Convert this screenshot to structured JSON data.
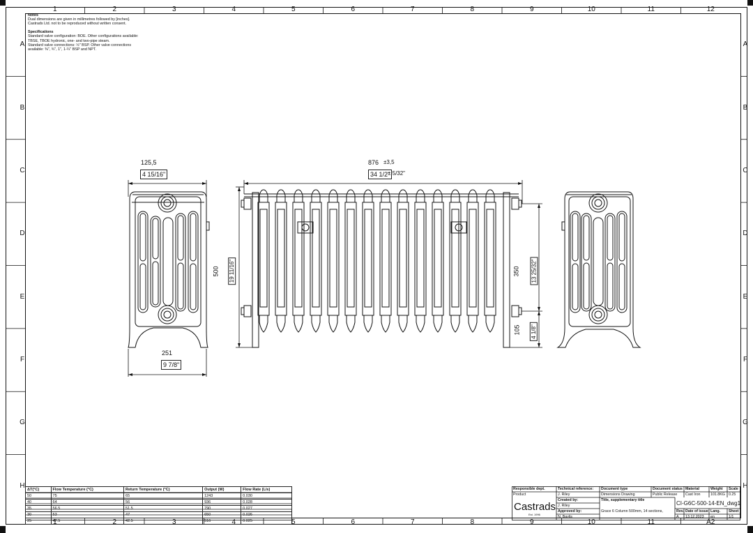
{
  "ruler": {
    "columns": [
      "1",
      "2",
      "3",
      "4",
      "5",
      "6",
      "7",
      "8",
      "9",
      "10",
      "11",
      "12"
    ],
    "bottom_columns": [
      "1",
      "2",
      "3",
      "4",
      "5",
      "6",
      "7",
      "8",
      "9",
      "10",
      "11",
      "A2"
    ],
    "rows": [
      "A",
      "B",
      "C",
      "D",
      "E",
      "F",
      "G",
      "H"
    ]
  },
  "notes": {
    "title": "Notes",
    "line1": "Dual dimensions are given in millimetres followed by [inches].",
    "line2": "Castrads Ltd. not to be reproduced without written consent.",
    "spec_title": "Specifications",
    "spec1": "Standard valve configuration: BOE. Other configurations available:",
    "spec2": "TBSE, TBOE hydronic, one- and two-pipe steam.",
    "spec3": "Standard valve connections: ½\" BSP. Other valve connections",
    "spec4": "available: ⅜\", ¾\", 1\", 1-¼\" BSP and NPT."
  },
  "dimensions": {
    "depth_top": "125,5",
    "depth_top_in": "4 15/16\"",
    "width": "876",
    "width_tol": "±3,5",
    "width_in": "34 1/2\"",
    "width_in_tol": "± 5/32\"",
    "height": "500",
    "height_in": "19 11/16\"",
    "centres": "350",
    "centres_in": "13 25/32\"",
    "foot": "105",
    "foot_in": "4 1/8\"",
    "depth_feet": "251",
    "depth_feet_in": "9 7/8\""
  },
  "flow_table": {
    "headers": [
      "ΔT(°C)",
      "Flow Temperature (°C)",
      "Return Temperature (°C)",
      "Output (W)",
      "Flow Rate (L/s)"
    ],
    "rows": [
      [
        "50",
        "75",
        "65",
        "1243",
        "0.030"
      ],
      [
        "40",
        "64",
        "56",
        "936",
        "0.028"
      ],
      [
        "35",
        "56.5",
        "51.5",
        "790",
        "0.027"
      ],
      [
        "30",
        "53",
        "47",
        "650",
        "0.026"
      ],
      [
        "25",
        "47.5",
        "42.5",
        "516",
        "0.025"
      ]
    ]
  },
  "title_block": {
    "responsible_dept_label": "Responsible dept.",
    "responsible_dept": "Product",
    "tech_ref_label": "Technical reference:",
    "tech_ref": "J. Riley",
    "created_by_label": "Created by:",
    "created_by": "J. Riley",
    "approved_by_label": "Approved by:",
    "approved_by": "N. Baylis",
    "doc_type_label": "Document type",
    "doc_type": "Dimensions Drawing",
    "title_label": "Title, supplementary title",
    "title": "Grace 6 Column 500mm, 14 sections,",
    "doc_status_label": "Document status",
    "doc_status": "Public Release",
    "material_label": "Material",
    "material": "Cast Iron",
    "weight_label": "Weight",
    "weight": "101.8KG",
    "scale_label": "Scale",
    "scale": "0.25",
    "drawing_no": "CI-G6C-500-14-EN_dwg1",
    "rev_label": "Rev.",
    "rev": "A",
    "date_label": "Date of issue",
    "date": "13.12.2023",
    "lang_label": "Lang.",
    "lang": "en",
    "sheet_label": "Sheet",
    "sheet": "1/1",
    "logo": "Castrads",
    "est": "Est. 1996"
  }
}
